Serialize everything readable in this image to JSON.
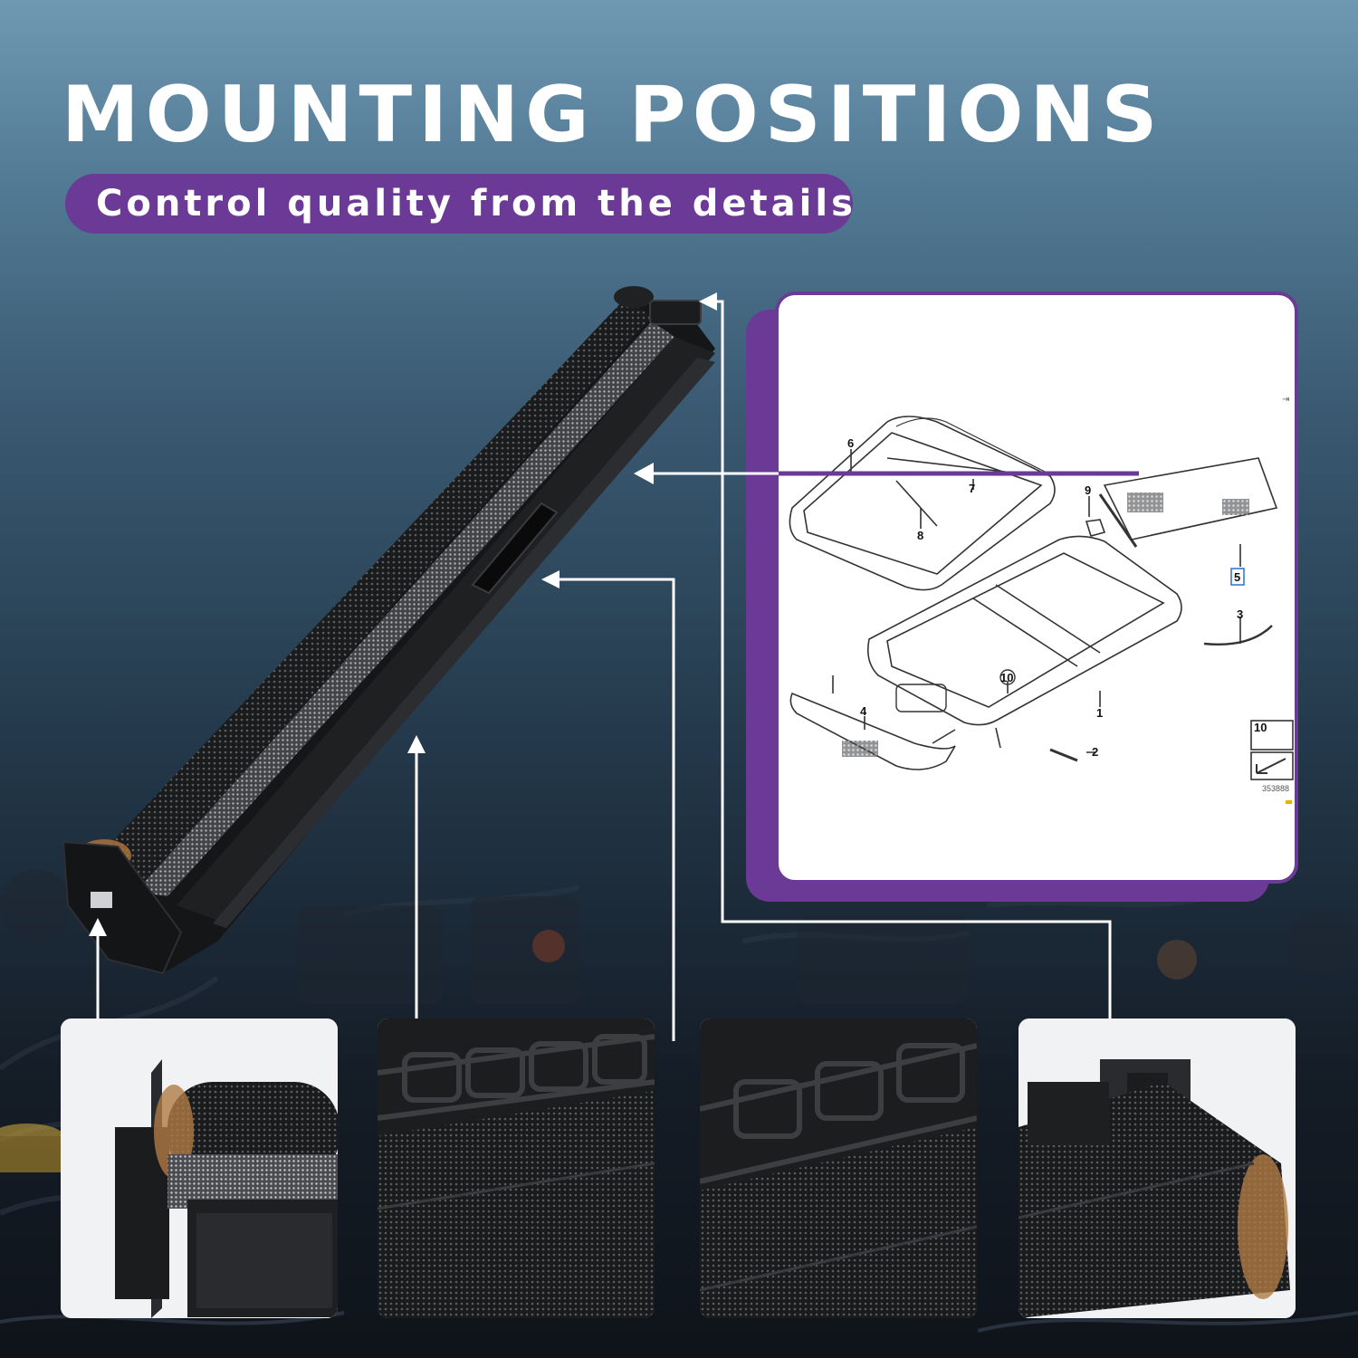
{
  "headline": "MOUNTING POSITIONS",
  "tagline": "Control quality from the details",
  "colors": {
    "accent": "#6b3a96",
    "arrow": "#ffffff"
  },
  "diagram": {
    "part_numbers": [
      "6",
      "7",
      "8",
      "9",
      "5",
      "3",
      "10",
      "1",
      "2",
      "4"
    ],
    "reference_code": "353888",
    "legend_number": "10"
  },
  "detail_views": [
    "left-end-roller",
    "center-frame-grid",
    "center-frame-grid",
    "right-end-clip"
  ]
}
